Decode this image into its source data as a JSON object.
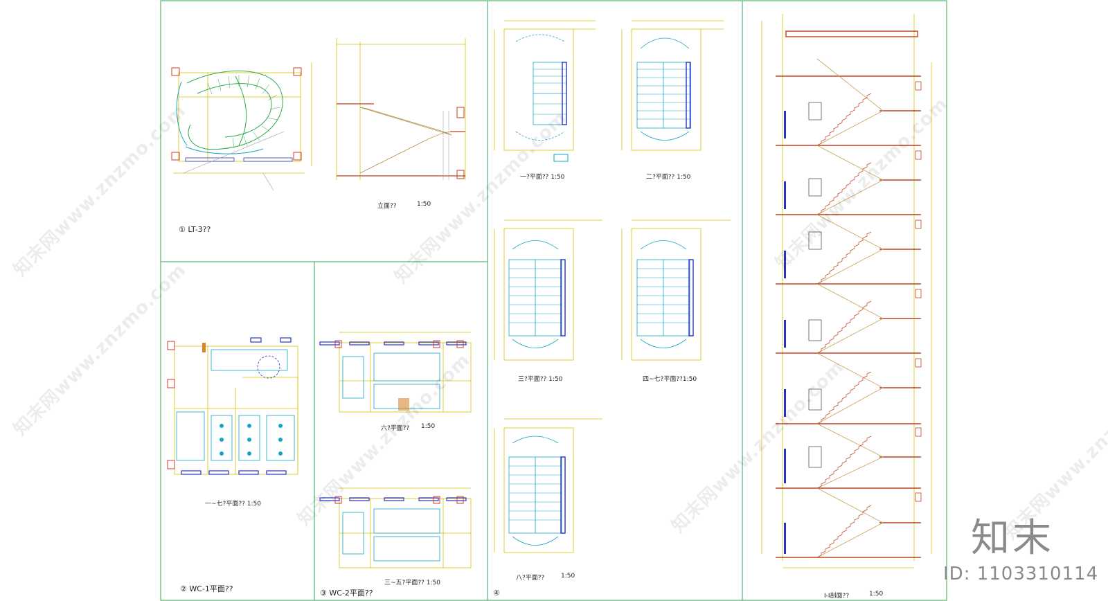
{
  "drawing": {
    "stair_lt3": {
      "title": "① LT-3??",
      "elevation_title": "立面??",
      "elevation_scale": "1:50"
    },
    "wc1": {
      "plan_title": "一~七?平面?? 1:50",
      "panel_title": "② WC-1平面??"
    },
    "wc2": {
      "plan6_title": "六?平面??",
      "plan6_scale": "1:50",
      "plan35_title": "三~五?平面?? 1:50",
      "panel_title": "③ WC-2平面??"
    },
    "stair4": {
      "plan1_title": "一?平面?? 1:50",
      "plan2_title": "二?平面?? 1:50",
      "plan3_title": "三?平面?? 1:50",
      "plan47_title": "四~七?平面??1:50",
      "plan8_title": "八?平面??",
      "plan8_scale": "1:50",
      "panel_number": "④"
    },
    "section": {
      "title": "I-I剖面??",
      "scale": "1:50"
    }
  },
  "watermark": {
    "text": "知末网www.znzmo.com"
  },
  "brand": {
    "logo": "知末",
    "id": "ID: 1103310114"
  },
  "colors": {
    "green": "#2fa84f",
    "yellow": "#d4c100",
    "cyan": "#1aa3c4",
    "blue": "#2832c8",
    "orange": "#d9862b",
    "red": "#d23a2a",
    "grey": "#9a9a9a"
  }
}
